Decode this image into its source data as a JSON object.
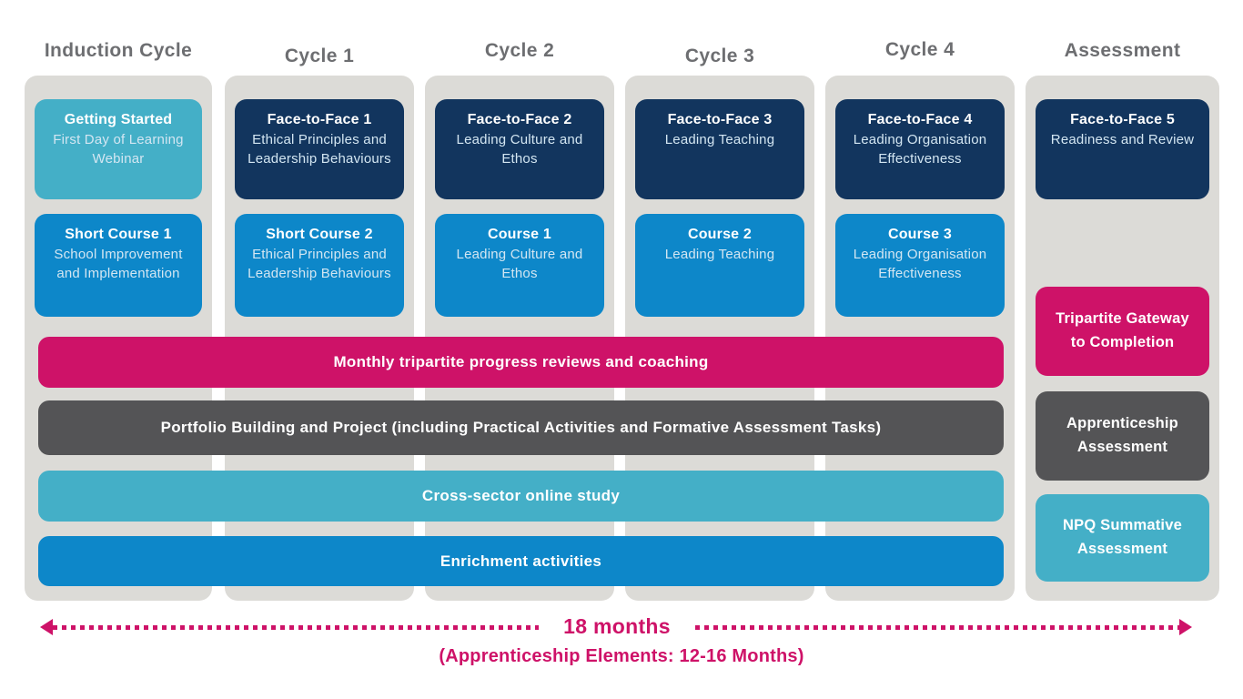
{
  "title": "NPQ apprenticeship programme structure diagram",
  "colors": {
    "pink": "#ce1268",
    "navy": "#12355e",
    "blue": "#0d87c9",
    "teal": "#44afc7",
    "dark_gray": "#545456",
    "column_bg": "#dcdbd7",
    "header_text": "#6d6e71"
  },
  "columns": [
    {
      "label": "Induction Cycle",
      "cards": [
        {
          "title": "Getting Started",
          "subtitle": "First Day of Learning Webinar",
          "color": "teal"
        },
        {
          "title": "Short Course 1",
          "subtitle": "School Improvement and Implementation",
          "color": "blue"
        }
      ]
    },
    {
      "label": "Cycle 1",
      "cards": [
        {
          "title": "Face-to-Face 1",
          "subtitle": "Ethical Principles and Leadership Behaviours",
          "color": "navy"
        },
        {
          "title": "Short Course 2",
          "subtitle": "Ethical Principles and Leadership Behaviours",
          "color": "blue"
        }
      ]
    },
    {
      "label": "Cycle 2",
      "cards": [
        {
          "title": "Face-to-Face 2",
          "subtitle": "Leading Culture and Ethos",
          "color": "navy"
        },
        {
          "title": "Course 1",
          "subtitle": "Leading Culture and Ethos",
          "color": "blue"
        }
      ]
    },
    {
      "label": "Cycle 3",
      "cards": [
        {
          "title": "Face-to-Face 3",
          "subtitle": "Leading Teaching",
          "color": "navy"
        },
        {
          "title": "Course 2",
          "subtitle": "Leading Teaching",
          "color": "blue"
        }
      ]
    },
    {
      "label": "Cycle 4",
      "cards": [
        {
          "title": "Face-to-Face 4",
          "subtitle": "Leading Organisation Effectiveness",
          "color": "navy"
        },
        {
          "title": "Course 3",
          "subtitle": "Leading Organisation Effectiveness",
          "color": "blue"
        }
      ]
    },
    {
      "label": "Assessment",
      "cards": [
        {
          "title": "Face-to-Face 5",
          "subtitle": "Readiness and Review",
          "color": "navy"
        }
      ],
      "extras": [
        {
          "label": "Tripartite Gateway to Completion",
          "color": "pink"
        },
        {
          "label": "Apprenticeship Assessment",
          "color": "gray"
        },
        {
          "label": "NPQ Summative Assessment",
          "color": "teal"
        }
      ]
    }
  ],
  "bars": [
    {
      "label": "Monthly tripartite progress reviews and coaching",
      "color": "pink"
    },
    {
      "label": "Portfolio Building and Project (including Practical Activities and Formative Assessment Tasks)",
      "color": "gray"
    },
    {
      "label": "Cross-sector online study",
      "color": "teal"
    },
    {
      "label": "Enrichment activities",
      "color": "blue"
    }
  ],
  "timeline": {
    "duration": "18 months",
    "note": "(Apprenticeship Elements: 12-16 Months)"
  }
}
